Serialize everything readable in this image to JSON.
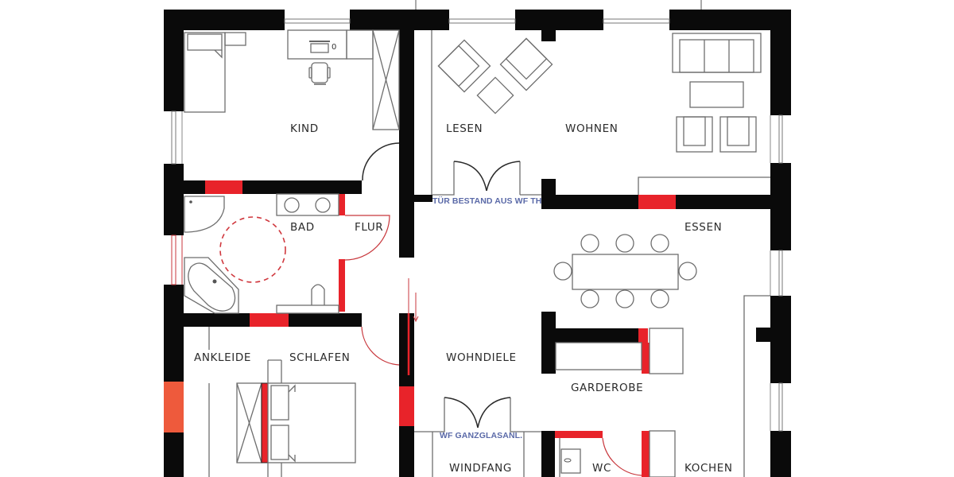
{
  "plan": {
    "type": "architectural floor plan",
    "legend_colors": {
      "existing_wall": "#0a0a0a",
      "new_wall": "#e8232a",
      "annotation_text": "#5b6aa8",
      "label_text": "#2b2b2b"
    },
    "rooms": {
      "kind": "KIND",
      "lesen": "LESEN",
      "wohnen": "WOHNEN",
      "bad": "BAD",
      "flur": "FLUR",
      "essen": "ESSEN",
      "ankleide": "ANKLEIDE",
      "schlafen": "SCHLAFEN",
      "wohndiele": "WOHNDIELE",
      "garderobe": "GARDEROBE",
      "windfang": "WINDFANG",
      "wc": "WC",
      "kochen": "KOCHEN"
    },
    "annotations": {
      "door_existing": "TÜR BESTAND AUS WF TH",
      "glass_door": "WF GANZGLASANL."
    },
    "desk_mark": "0"
  }
}
